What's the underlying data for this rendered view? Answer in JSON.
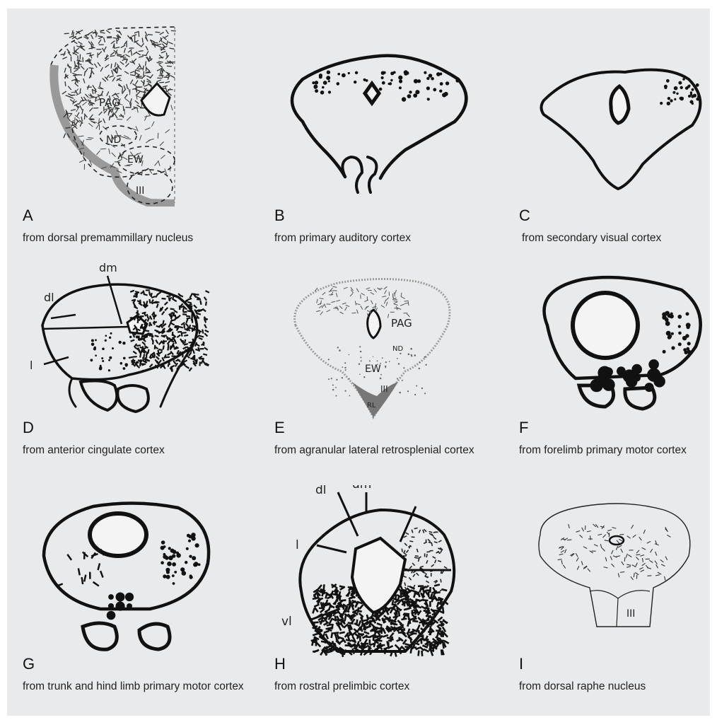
{
  "panels": [
    {
      "letter": "A",
      "caption": "from dorsal premammillary nucleus",
      "labels": [
        "PAG",
        "ND",
        "EW",
        "III"
      ]
    },
    {
      "letter": "B",
      "caption": "from primary auditory cortex"
    },
    {
      "letter": "C",
      "caption": "from secondary visual cortex"
    },
    {
      "letter": "D",
      "caption": "from anterior cingulate cortex",
      "labels": [
        "dm",
        "dl",
        "l"
      ]
    },
    {
      "letter": "E",
      "caption": "from agranular lateral retrosplenial cortex",
      "labels": [
        "PAG",
        "ND",
        "EW",
        "III",
        "RL"
      ]
    },
    {
      "letter": "F",
      "caption": "from forelimb primary motor cortex"
    },
    {
      "letter": "G",
      "caption": "from trunk and hind limb primary motor cortex"
    },
    {
      "letter": "H",
      "caption": "from rostral prelimbic cortex",
      "labels": [
        "dl",
        "dm",
        "l",
        "vl"
      ]
    },
    {
      "letter": "I",
      "caption": "from dorsal raphe nucleus",
      "labels": [
        "III"
      ]
    }
  ],
  "colors": {
    "background": "#e9eaeb",
    "ink": "#111111",
    "stipple": "#8a8a8a"
  }
}
